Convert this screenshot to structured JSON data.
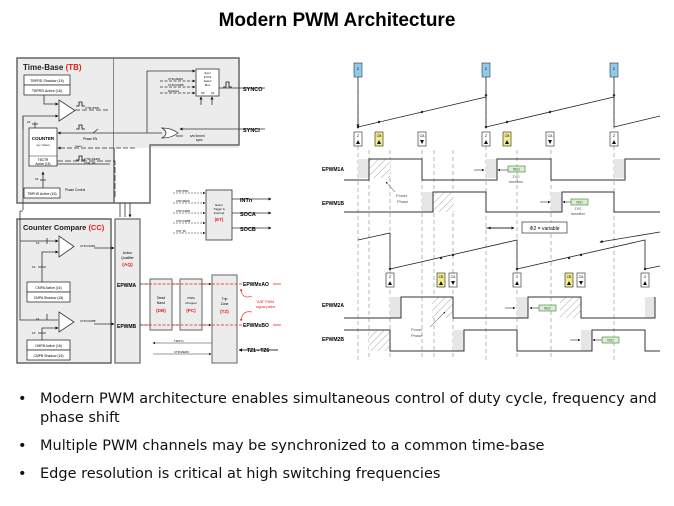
{
  "title": "Modern PWM Architecture",
  "block_diagram": {
    "time_base": {
      "heading": "Time-Base",
      "abbr": "(TB)",
      "tbprd_shadow": "TBPRD Shadow (16)",
      "tbprd_active": "TBPRD Active (16)",
      "counter": "COUNTER",
      "counter_sub": "up / down",
      "tbctr_line1": "TBCTR",
      "tbctr_line2": "Active (16)",
      "tbphs": "TBPHS Active (16)",
      "phase_control": "Phase Control",
      "phase_en": "Phase EN",
      "reset": "reset",
      "ctr_prd": "CTR=PRD",
      "ctr_zero": "CTR=ZERO",
      "ctr_dir": "CTR_Dir",
      "bus16": "16",
      "sync_mux_l1": "Sync",
      "sync_mux_l2": "In/Out",
      "sync_mux_l3": "Select",
      "sync_mux_l4": "Mux",
      "s0": "S0",
      "s1": "S1",
      "mux_in": [
        "CTR=ZERO",
        "CTR=CMPB",
        "Disabled"
      ],
      "sw_forced": "s/w forced",
      "sync": "sync",
      "synco": "SYNCO",
      "synci": "SYNCI"
    },
    "event_trigger": {
      "inputs": [
        "CTR=PRD",
        "CTR=ZERO",
        "CTR=CMPA",
        "CTR=CMPB",
        "CTR_Dir"
      ],
      "l1": "Event",
      "l2": "Trigger &",
      "l3": "Interrupt",
      "abbr": "(ET)",
      "outputs": [
        "INTn",
        "SOCA",
        "SOCB"
      ]
    },
    "counter_compare": {
      "heading": "Counter Compare",
      "abbr": "(CC)",
      "ctr_cmpa": "CTR=CMPA",
      "ctr_cmpb": "CTR=CMPB",
      "cmpa_active": "CMPA Active (16)",
      "cmpa_shadow": "CMPA Shadow (16)",
      "cmpb_active": "CMPB Active (16)",
      "cmpb_shadow": "CMPB Shadow (16)",
      "bus16": "16"
    },
    "action_qualifier": {
      "l1": "Action",
      "l2": "Qualifier",
      "abbr": "(AQ)",
      "epwma": "EPWMA",
      "epwmb": "EPWMB"
    },
    "dead_band": {
      "l1": "Dead",
      "l2": "Band",
      "abbr": "(DB)"
    },
    "pwm_chopper": {
      "l1": "PWM",
      "l2": "Chopper",
      "abbr": "(PC)"
    },
    "trip_zone": {
      "l1": "Trip",
      "l2": "Zone",
      "abbr": "(TZ)"
    },
    "outputs": {
      "a": "EPWMxAO",
      "b": "EPWMxBO",
      "ab_l1": "\"A/B\" PWM",
      "ab_l2": "signal paths",
      "tzint": "TZINTn",
      "ctr_zero": "CTR=ZERO",
      "tz_in": "TZ1 - TZ6"
    }
  },
  "timing_diagram": {
    "marker_z": "Z",
    "marker_cb": "CB",
    "marker_ca": "CA",
    "epwm1a": "EPWM1A",
    "epwm1b": "EPWM1B",
    "epwm2a": "EPWM2A",
    "epwm2b": "EPWM2B",
    "red": "RED",
    "fed": "FED",
    "zvs_l1": "ZVS",
    "zvs_l2": "transition",
    "power_l1": "Power",
    "power_l2": "Phase",
    "phi2": "Φ2 = variable",
    "colors": {
      "z_marker": "#8ecbf0",
      "cb_marker": "#f2ec8a",
      "red_fed": "#d9f0d0",
      "accent_red": "#e0201c"
    }
  },
  "bullets": [
    "Modern PWM architecture enables simultaneous control of duty cycle, frequency and phase shift",
    "Multiple PWM channels may be synchronized to a common time-base",
    "Edge resolution is critical at high switching frequencies"
  ],
  "bullet_glyph": "•"
}
